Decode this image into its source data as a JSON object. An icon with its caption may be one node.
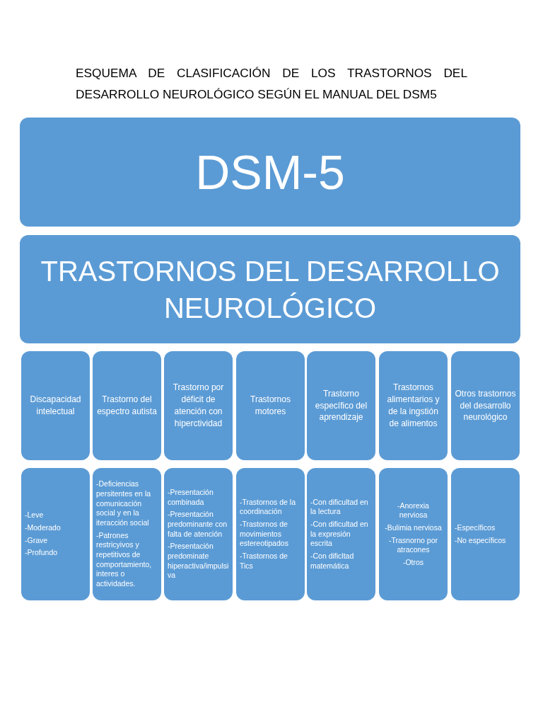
{
  "diagram": {
    "title": "ESQUEMA DE CLASIFICACIÓN DE LOS TRASTORNOS DEL DESARROLLO NEUROLÓGICO SEGÚN EL MANUAL DEL DSM5",
    "nodes": [
      {
        "text": [
          "DSM-5"
        ]
      },
      {
        "text": [
          "TRASTORNOS DEL DESARROLLO NEUROLÓGICO"
        ]
      },
      {
        "text": [
          "Discapacidad intelectual"
        ]
      },
      {
        "text": [
          "Trastorno del espectro autista"
        ]
      },
      {
        "text": [
          "Trastorno por déficit de atención con hiperctividad"
        ]
      },
      {
        "text": [
          "Trastornos motores"
        ]
      },
      {
        "text": [
          "Trastorno específico del aprendizaje"
        ]
      },
      {
        "text": [
          "Trastornos alimentarios y de la ingstión de alimentos"
        ]
      },
      {
        "text": [
          "Otros trastornos del desarrollo neurológico"
        ]
      },
      {
        "text": [
          "-Leve",
          "-Moderado",
          "-Grave",
          "-Profundo"
        ]
      },
      {
        "text": [
          "-Deficiencias persitentes en la comunicación social y en la iteracción social",
          "-Patrones restricyivos y repetitivos de comportamiento, interes o actividades."
        ]
      },
      {
        "text": [
          "-Presentación combinada",
          "-Presentación predominante con falta de atención",
          "-Presentación predominate hiperactiva/impulsiva"
        ]
      },
      {
        "text": [
          "-Trastornos de la coordinación",
          "-Trastornos de movimientos estereotipados",
          "-Trastornos de Tics"
        ]
      },
      {
        "text": [
          "-Con dificultad en la lectura",
          "-Con dificultad en la expresión escrita",
          "-Con dificltad matemática"
        ]
      },
      {
        "text": [
          "-Anorexia nerviosa",
          "-Bulimia nerviosa",
          "-Trasnorno por atracones",
          "-Otros"
        ]
      },
      {
        "text": [
          "-Específicos",
          "-No específicos"
        ]
      }
    ]
  }
}
